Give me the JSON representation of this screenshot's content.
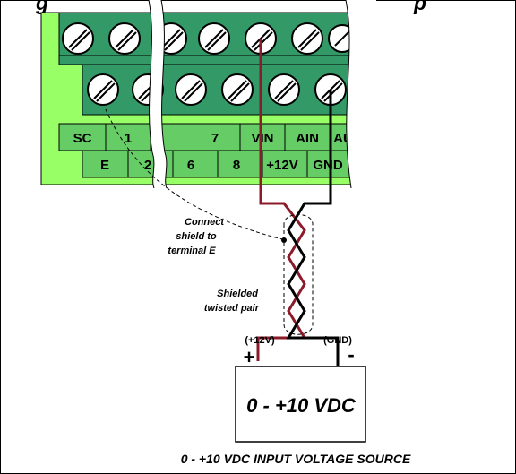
{
  "heading": "g",
  "heading_right": "p",
  "terminals_top_row": [
    "SC",
    "1",
    "7",
    "VIN",
    "AIN",
    "AUX"
  ],
  "terminals_bottom_row": [
    "E",
    "2",
    "6",
    "8",
    "+12V",
    "GND"
  ],
  "notes": {
    "shield_connect": [
      "Connect",
      "shield to",
      "terminal E"
    ],
    "shielded_pair": [
      "Shielded",
      "twisted pair"
    ]
  },
  "polarity": {
    "plus_label": "(+12V)",
    "minus_label": "(GND)",
    "plus_sign": "+",
    "minus_sign": "-"
  },
  "source_box_label": "0 - +10 VDC",
  "caption": "0 - +10 VDC INPUT VOLTAGE SOURCE",
  "colors": {
    "board": "#99ff66",
    "terminal_block": "#339966",
    "label_strip": "#66cc66",
    "wire_red": "#8b1a2a",
    "wire_black": "#000000",
    "screw_fill": "#ffffff"
  }
}
